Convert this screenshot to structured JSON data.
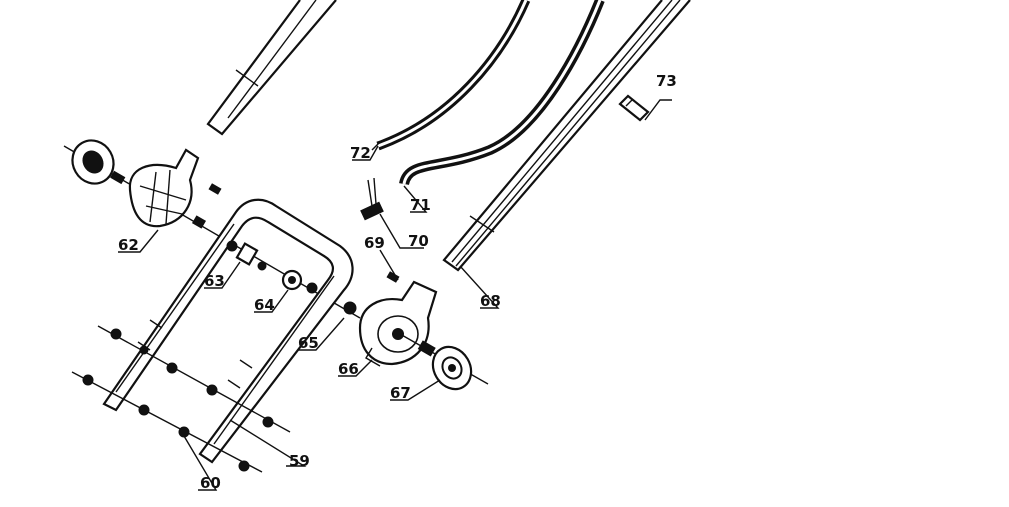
{
  "callouts": [
    {
      "id": "part-59",
      "label": "59"
    },
    {
      "id": "part-60",
      "label": "60"
    },
    {
      "id": "part-62",
      "label": "62"
    },
    {
      "id": "part-63",
      "label": "63"
    },
    {
      "id": "part-64",
      "label": "64"
    },
    {
      "id": "part-65",
      "label": "65"
    },
    {
      "id": "part-66",
      "label": "66"
    },
    {
      "id": "part-67",
      "label": "67"
    },
    {
      "id": "part-68",
      "label": "68"
    },
    {
      "id": "part-69",
      "label": "69"
    },
    {
      "id": "part-70",
      "label": "70"
    },
    {
      "id": "part-71",
      "label": "71"
    },
    {
      "id": "part-72",
      "label": "72"
    },
    {
      "id": "part-73",
      "label": "73"
    }
  ]
}
